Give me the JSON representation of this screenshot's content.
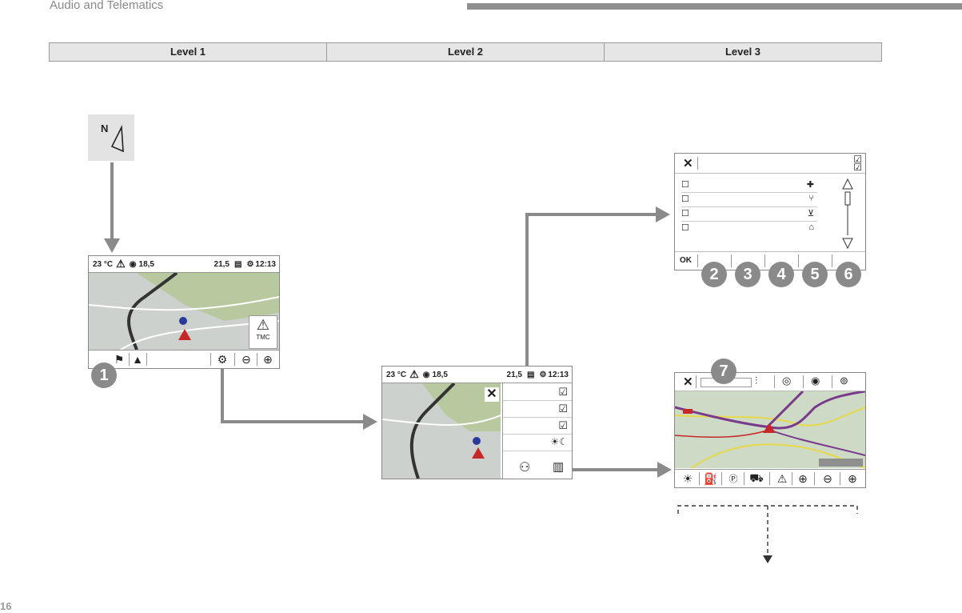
{
  "header": {
    "title": "Audio and Telematics",
    "page_number": "16"
  },
  "levels": [
    "Level 1",
    "Level 2",
    "Level 3"
  ],
  "status": {
    "temperature": "23 °C",
    "left_value": "18,5",
    "right_value": "21,5",
    "time": "12:13"
  },
  "tmc_label": "TMC",
  "ok_label": "OK",
  "badges": {
    "b1": "1",
    "b2": "2",
    "b3": "3",
    "b4": "4",
    "b5": "5",
    "b6": "6",
    "b7": "7"
  },
  "colors": {
    "connector": "#8a8a8a",
    "badge": "#8a8a8a",
    "map_green": "#b8c9a0",
    "map_gray": "#c9ceca",
    "route_purple": "#7a3a8c",
    "road_yellow": "#e8d84a"
  }
}
